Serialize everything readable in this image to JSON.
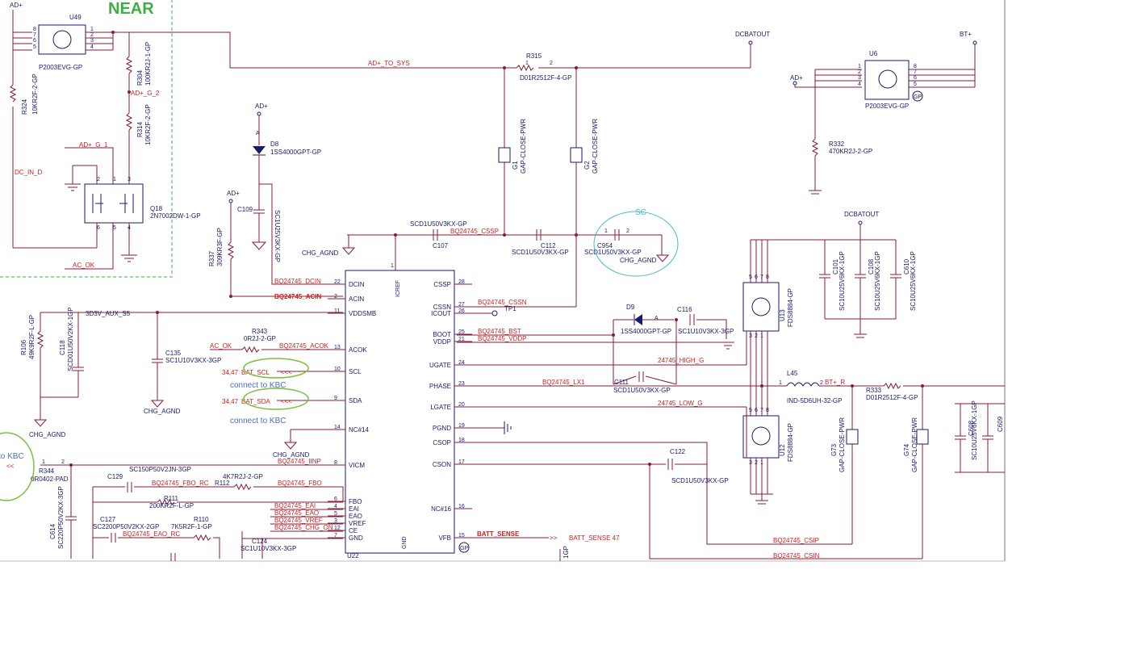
{
  "near_label": "NEAR",
  "power": {
    "ad_plus": "AD+",
    "dcbatout": "DCBATOUT",
    "bt_plus": "BT+",
    "chg_agnd": "CHG_AGND",
    "aux": "3D3V_AUX_S5"
  },
  "nets": {
    "ad_to_sys": "AD+_TO_SYS",
    "ad_g_2": "AD+_G_2",
    "ad_g_1": "AD+_G_1",
    "dc_in_d": "DC_IN_D",
    "ac_ok": "AC_OK",
    "dcin": "BQ24745_DCIN",
    "acin": "BQ24745_ACIN",
    "cssp": "BQ24745_CSSP",
    "cssn": "BQ24745_CSSN",
    "bst": "BQ24745_BST",
    "vddp": "BQ24745_VDDP",
    "high_g": "24745_HIGH_G",
    "lx1": "BQ24745_LX1",
    "low_g": "24745_LOW_G",
    "acok": "BQ24745_ACOK",
    "iinp": "BQ24745_IINP",
    "fbo_rc": "BQ24745_FBO_RC",
    "fbo": "BQ24745_FBO",
    "eai": "BQ24745_EAI",
    "eao": "BQ24745_EAO",
    "vref": "BQ24745_VREF",
    "chg_on": "BQ24745_CHG_ON",
    "eao_rc": "BQ24745_EAO_RC",
    "batt_sense": "BATT_SENSE",
    "batt_sense_47": "BATT_SENSE  47",
    "csip": "BQ24745_CSIP",
    "csin": "BQ24745_CSIN",
    "bat_scl": "BAT_SCL",
    "bat_sda": "BAT_SDA",
    "ref_3447": "34,47",
    "bt_r": "BT+_R"
  },
  "notes": {
    "connect_kbc": "connect to KBC",
    "to_kbc": "to KBC",
    "sc": "SC"
  },
  "components": {
    "u49": {
      "ref": "U49",
      "val": "P2003EVG-GP"
    },
    "u6": {
      "ref": "U6",
      "val": "P2003EVG-GP"
    },
    "r315": {
      "ref": "R315",
      "val": "D01R2512F-4-GP"
    },
    "r304": {
      "ref": "R304",
      "val": "100KR2J-1-GP"
    },
    "r314": {
      "ref": "R314",
      "val": "10KR2F-2-GP"
    },
    "r324": {
      "ref": "R324",
      "val": "10KR2F-2-GP"
    },
    "q18": {
      "ref": "Q18",
      "val": "2N7002DW-1-GP"
    },
    "d8": {
      "ref": "D8",
      "val": "1SS4000GPT-GP"
    },
    "c109": {
      "ref": "C109",
      "val": "SC1U25V3KX-GP"
    },
    "r337": {
      "ref": "R337",
      "val": "309KR3F-GP"
    },
    "g1": {
      "ref": "G1",
      "val": "GAP-CLOSE-PWR"
    },
    "g2": {
      "ref": "G2",
      "val": "GAP-CLOSE-PWR"
    },
    "c107": {
      "ref": "C107",
      "val": "SCD1U50V3KX-GP"
    },
    "c112": {
      "ref": "C112",
      "val": "SCD1U50V3KX-GP"
    },
    "c954": {
      "ref": "C954",
      "val": "SCD1U50V3KX-GP"
    },
    "r332": {
      "ref": "R332",
      "val": "470KR2J-2-GP"
    },
    "c101": {
      "ref": "C101",
      "val": "SC10U25V6KX-1GP"
    },
    "c108": {
      "ref": "C108",
      "val": "SC10U25V6KX-1GP"
    },
    "c610": {
      "ref": "C610",
      "val": "SC10U25V6KX-1GP"
    },
    "u13": {
      "ref": "U13",
      "val": "FDS8884-GP"
    },
    "u12": {
      "ref": "U12",
      "val": "FDS8884-GP"
    },
    "d9": {
      "ref": "D9",
      "val": "1SS4000GPT-GP"
    },
    "c116": {
      "ref": "C116",
      "val": "SC1U10V3KX-3GP"
    },
    "c111": {
      "ref": "C111",
      "val": "SCD1U50V3KX-GP"
    },
    "l45": {
      "ref": "L45",
      "val": "IND-5D6UH-32-GP"
    },
    "r333": {
      "ref": "R333",
      "val": "D01R2512F-4-GP"
    },
    "g73": {
      "ref": "G73",
      "val": "GAP-CLOSE-PWR"
    },
    "g74": {
      "ref": "G74",
      "val": "GAP-CLOSE-PWR"
    },
    "c608": {
      "ref": "C608",
      "val": "SC10U25V6KX-1GP"
    },
    "c609": {
      "ref": "C609",
      "val": ""
    },
    "c122": {
      "ref": "C122",
      "val": "SCD1U50V3KX-GP"
    },
    "r106": {
      "ref": "R106",
      "val": "49K9R2F-L-GP"
    },
    "c118": {
      "ref": "C118",
      "val": "SCD01U50V2KX-1GP"
    },
    "c135": {
      "ref": "C135",
      "val": "SC1U10V3KX-3GP"
    },
    "r343": {
      "ref": "R343",
      "val": "0R2J-2-GP"
    },
    "r344": {
      "ref": "R344",
      "val": "0R0402-PAD"
    },
    "c129": {
      "ref": "C129",
      "val": "SC150P50V2JN-3GP"
    },
    "r112": {
      "ref": "R112",
      "val": "4K7R2J-2-GP"
    },
    "r111": {
      "ref": "R111",
      "val": "200KR2F-L-GP"
    },
    "c127": {
      "ref": "C127",
      "val": "SC2200P50V2KX-2GP"
    },
    "r110": {
      "ref": "R110",
      "val": "7K5R2F-1-GP"
    },
    "c614": {
      "ref": "C614",
      "val": "SC220P50V2KX-3GP"
    },
    "c124": {
      "ref": "C124",
      "val": "SC1U10V3KX-3GP"
    },
    "u22": {
      "ref": "U22"
    },
    "tp1": {
      "ref": "TP1"
    }
  },
  "u22_pins_left": [
    {
      "name": "DCIN",
      "num": "22"
    },
    {
      "name": "ACIN",
      "num": "2"
    },
    {
      "name": "VDDSMB",
      "num": "11"
    },
    {
      "name": "ACOK",
      "num": "13"
    },
    {
      "name": "SCL",
      "num": "10"
    },
    {
      "name": "SDA",
      "num": "9"
    },
    {
      "name": "NC#14",
      "num": "14"
    },
    {
      "name": "VICM",
      "num": "8"
    },
    {
      "name": "FBO",
      "num": "6"
    },
    {
      "name": "EAI",
      "num": "4"
    },
    {
      "name": "EAO",
      "num": "5"
    },
    {
      "name": "VREF",
      "num": "3"
    },
    {
      "name": "CE",
      "num": "12"
    },
    {
      "name": "GND",
      "num": "7"
    }
  ],
  "u22_pins_right": [
    {
      "name": "CSSP",
      "num": "28"
    },
    {
      "name": "CSSN",
      "num": "27"
    },
    {
      "name": "ICOUT",
      "num": "26"
    },
    {
      "name": "BOOT",
      "num": "25"
    },
    {
      "name": "VDDP",
      "num": "21"
    },
    {
      "name": "UGATE",
      "num": "24"
    },
    {
      "name": "PHASE",
      "num": "23"
    },
    {
      "name": "LGATE",
      "num": "20"
    },
    {
      "name": "PGND",
      "num": "19"
    },
    {
      "name": "CSOP",
      "num": "18"
    },
    {
      "name": "CSON",
      "num": "17"
    },
    {
      "name": "NC#16",
      "num": "16"
    },
    {
      "name": "VFB",
      "num": "15"
    }
  ],
  "u22_inner": {
    "icref": "ICREF",
    "gnd": "GND",
    "gnd_pin": "1"
  },
  "misc_text": {
    "gp": "GP",
    "ds_1gp": "1GP"
  }
}
